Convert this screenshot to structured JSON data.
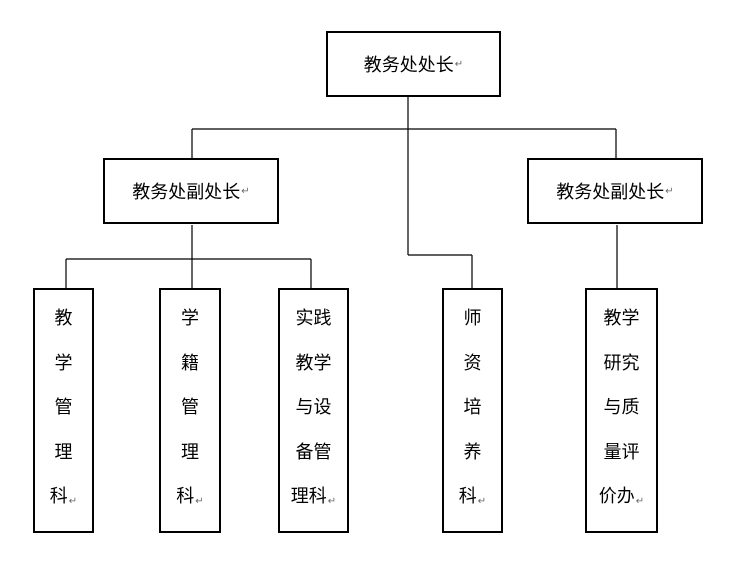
{
  "paragraph_mark": "↵",
  "nodes": {
    "director": "教务处处长",
    "deputy_left": "教务处副处长",
    "deputy_right": "教务处副处长",
    "teaching_admin": [
      "教",
      "学",
      "管",
      "理",
      "科"
    ],
    "student_records": [
      "学",
      "籍",
      "管",
      "理",
      "科"
    ],
    "practice_equipment": [
      "实践",
      "教学",
      "与设",
      "备管",
      "理科"
    ],
    "teacher_training": [
      "师",
      "资",
      "培",
      "养",
      "科"
    ],
    "research_evaluation": [
      "教学",
      "研究",
      "与质",
      "量评",
      "价办"
    ]
  }
}
